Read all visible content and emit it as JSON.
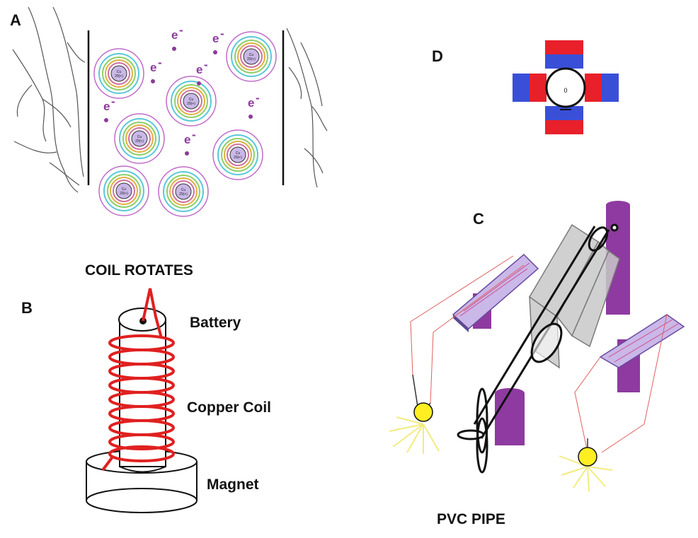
{
  "panels": {
    "a": {
      "letter": "A",
      "electron_label": "e",
      "electron_sign": "-",
      "atom_symbol": "Cu",
      "atom_charge": "+",
      "atom_number": "29(+)"
    },
    "b": {
      "letter": "B",
      "title": "COIL ROTATES",
      "label_battery": "Battery",
      "label_coil": "Copper Coil",
      "label_magnet": "Magnet"
    },
    "c": {
      "letter": "C",
      "caption": "PVC PIPE"
    },
    "d": {
      "letter": "D",
      "center_mark": "0"
    }
  },
  "colors": {
    "coil_red": "#e02020",
    "magnet_red": "#e8202a",
    "magnet_blue": "#3a4fd8",
    "electron_purple": "#8b3a9a",
    "pipe_purple": "#8e3aa0",
    "bulb_yellow": "#ffee22",
    "frame_gray": "#a8a8a8",
    "panel_lavender": "#c9b8e8"
  }
}
